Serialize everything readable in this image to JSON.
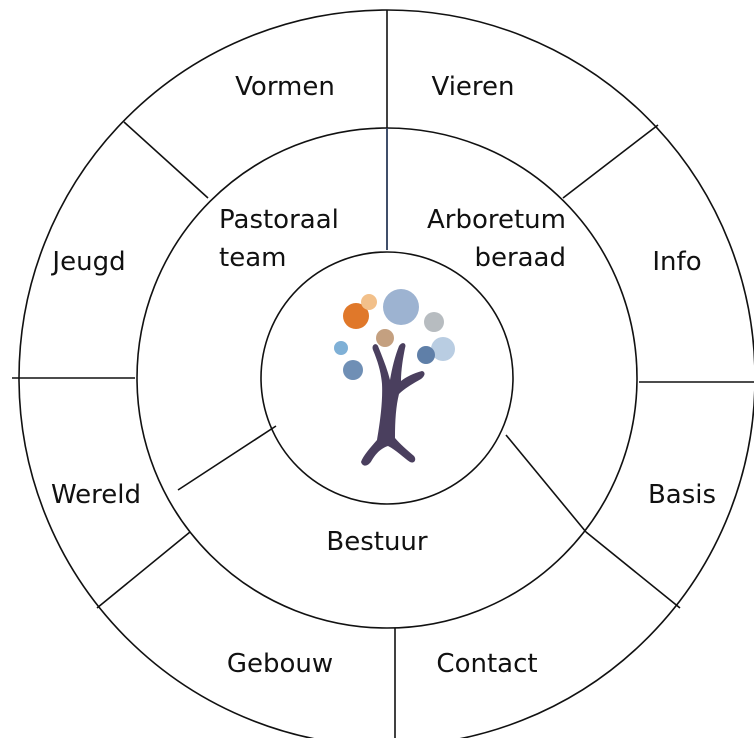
{
  "outer_ring": {
    "vormen": "Vormen",
    "vieren": "Vieren",
    "info": "Info",
    "basis": "Basis",
    "contact": "Contact",
    "gebouw": "Gebouw",
    "wereld": "Wereld",
    "jeugd": "Jeugd"
  },
  "inner_ring": {
    "pastoraal_line1": "Pastoraal",
    "pastoraal_line2": "team",
    "arboretum_line1": "Arboretum",
    "arboretum_line2": "beraad",
    "bestuur": "Bestuur"
  },
  "logo": {
    "icon": "tree-logo-icon",
    "trunk_color": "#4a3f5e",
    "leaf_colors": [
      "#e0782a",
      "#f2c08a",
      "#9db3d1",
      "#b7bcc0",
      "#c4a080",
      "#7fb0d6",
      "#6f8fb5",
      "#b9cde2",
      "#5f7fa8"
    ]
  }
}
